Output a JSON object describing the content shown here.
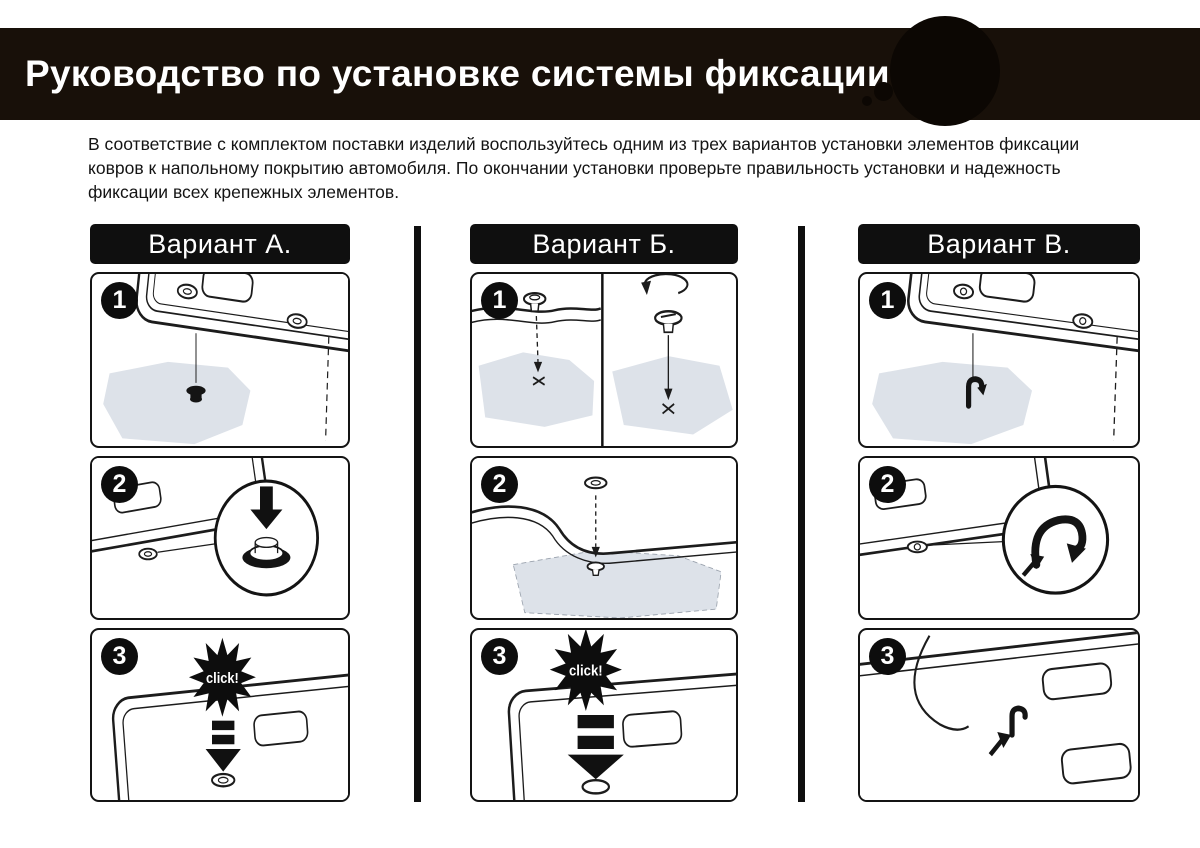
{
  "page": {
    "title": "Руководство по установке системы фиксации."
  },
  "intro": {
    "text": "В соответствие с комплектом поставки изделий воспользуйтесь одним из трех вариантов установки элементов фиксации ковров к напольному покрытию автомобиля. По окончании установки проверьте правильность установки и надежность фиксации всех крепежных элементов."
  },
  "variants": [
    {
      "label": "Вариант А.",
      "steps": [
        {
          "number": "1"
        },
        {
          "number": "2"
        },
        {
          "number": "3",
          "click_label": "click!"
        }
      ]
    },
    {
      "label": "Вариант Б.",
      "steps": [
        {
          "number": "1"
        },
        {
          "number": "2"
        },
        {
          "number": "3",
          "click_label": "click!"
        }
      ]
    },
    {
      "label": "Вариант В.",
      "steps": [
        {
          "number": "1"
        },
        {
          "number": "2"
        },
        {
          "number": "3"
        }
      ]
    }
  ],
  "colors": {
    "header_bg": "#181009",
    "accent_black": "#0f0f0f",
    "floor_shade": "#dde2e9",
    "text_color": "#141414"
  }
}
